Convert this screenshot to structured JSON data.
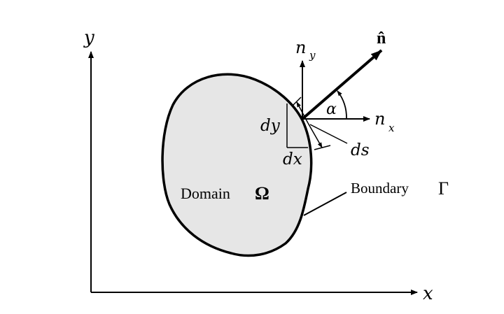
{
  "axes": {
    "x_label": "x",
    "y_label": "y"
  },
  "normal": {
    "n_hat_label": "n̂",
    "nx_label": "n",
    "nx_sub": "x",
    "ny_label": "n",
    "ny_sub": "y",
    "angle_label": "α"
  },
  "increments": {
    "dx_label": "dx",
    "dy_label": "dy",
    "ds_label": "ds"
  },
  "domain": {
    "label": "Domain",
    "symbol": "Ω"
  },
  "boundary": {
    "label": "Boundary",
    "symbol": "Γ"
  },
  "colors": {
    "domain_fill": "#e6e6e6",
    "stroke": "#000000"
  }
}
